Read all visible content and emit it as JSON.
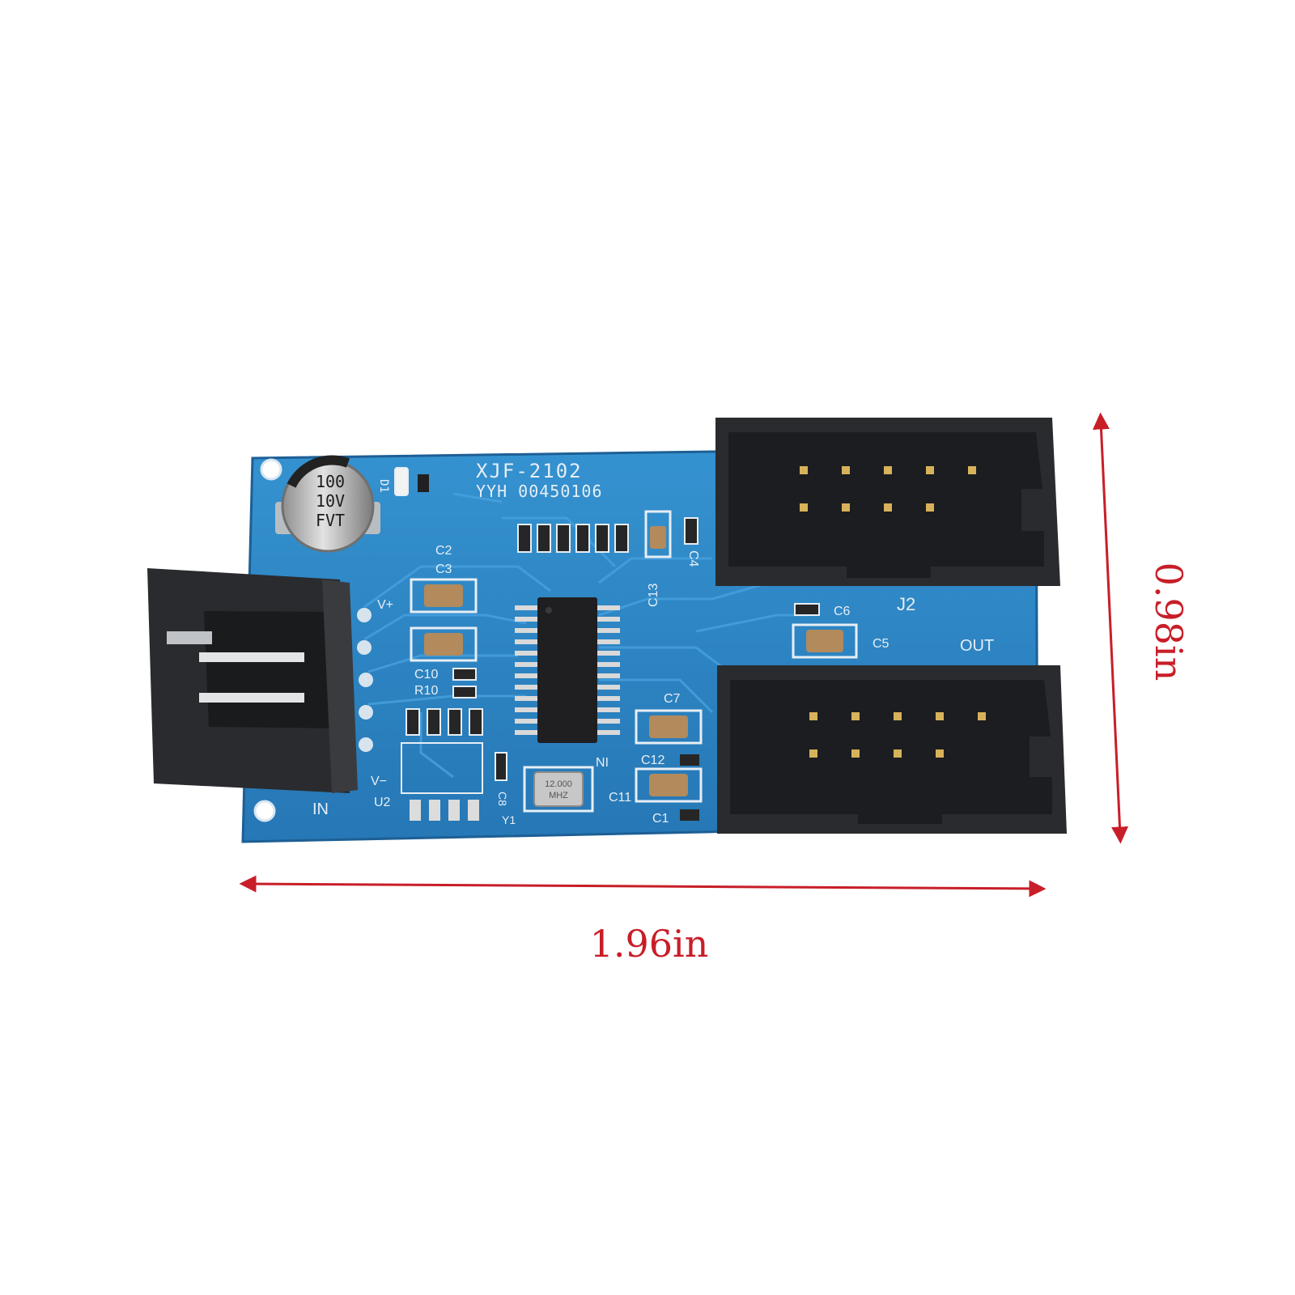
{
  "colors": {
    "pcb": "#2f87c6",
    "pcb_dark": "#1f6aa6",
    "trace": "#3b97d6",
    "silk": "#e6eef5",
    "connector": "#2a2b2e",
    "dimension": "#c81e28"
  },
  "dimensions": {
    "width": "1.96in",
    "height": "0.98in"
  },
  "board": {
    "model": "XJF-2102",
    "serial": "YYH 00450106",
    "capacitor_text": [
      "100",
      "10V",
      "FVT"
    ],
    "crystal_text": [
      "12.000",
      "MHZ"
    ],
    "labels": {
      "in": "IN",
      "out": "OUT",
      "j2": "J2",
      "u2": "U2",
      "y1": "Y1",
      "vplus": "V+",
      "vminus": "V−",
      "d1": "D1",
      "c2": "C2",
      "c3": "C3",
      "c4": "C4",
      "c5": "C5",
      "c6": "C6",
      "c7": "C7",
      "c8": "C8",
      "c10": "C10",
      "c11": "C11",
      "c12": "C12",
      "c13": "C13",
      "c1": "C1",
      "r10": "R10",
      "in_small": "IN"
    }
  }
}
